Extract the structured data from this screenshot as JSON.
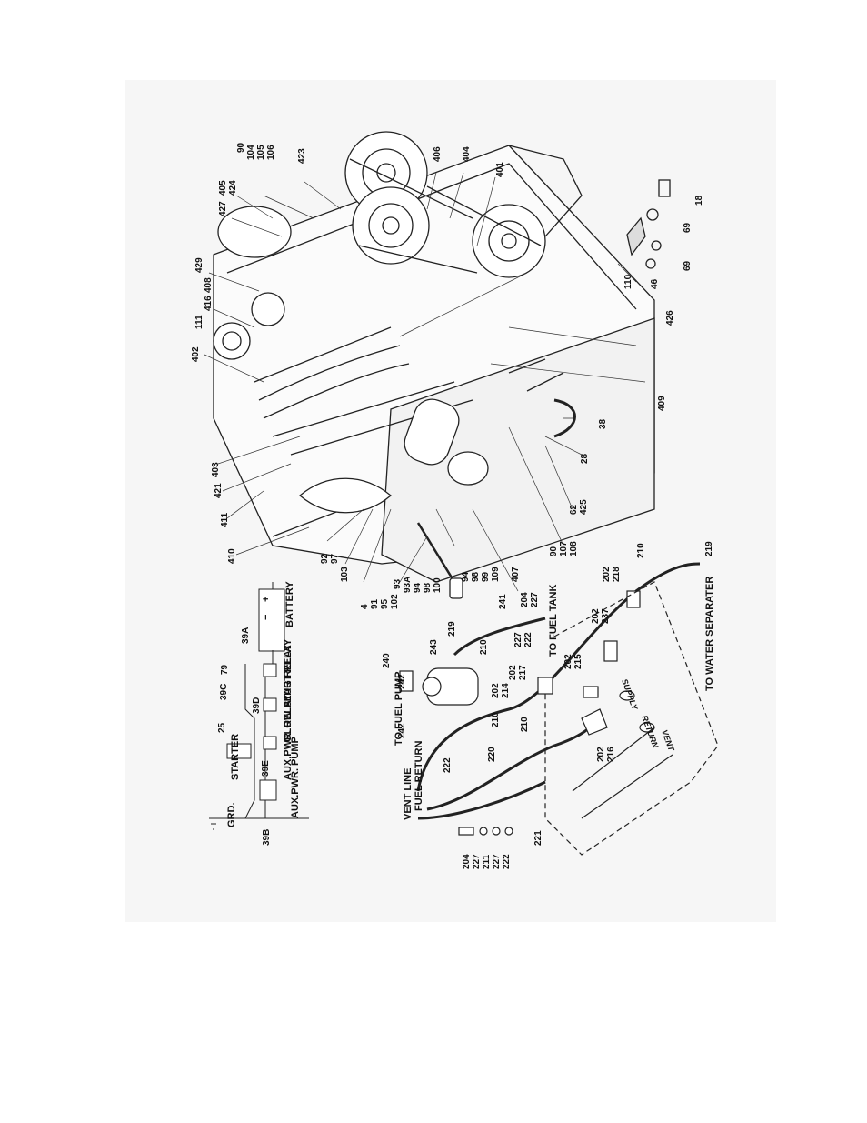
{
  "callouts": [
    "90",
    "104",
    "105",
    "106",
    "423",
    "406",
    "404",
    "401",
    "405",
    "424",
    "427",
    "429",
    "408",
    "416",
    "111",
    "402",
    "403",
    "421",
    "411",
    "410",
    "92",
    "97",
    "103",
    "4",
    "91",
    "95",
    "102",
    "93",
    "93A",
    "94",
    "98",
    "100",
    "94",
    "98",
    "99",
    "109",
    "407",
    "90",
    "107",
    "108",
    "62",
    "425",
    "28",
    "38",
    "409",
    "426",
    "110",
    "69",
    "46",
    "69",
    "18",
    "241",
    "204",
    "227",
    "219",
    "227",
    "222",
    "240",
    "242",
    "243",
    "210",
    "202",
    "217",
    "202",
    "214",
    "210",
    "202",
    "215",
    "202",
    "237",
    "202",
    "218",
    "210",
    "219",
    "220",
    "222",
    "242",
    "210",
    "202",
    "216",
    "204",
    "227",
    "211",
    "227",
    "222",
    "221",
    "39A",
    "79",
    "39C",
    "39D",
    "25",
    "39E",
    "39B"
  ],
  "electrical": {
    "battery": "BATTERY",
    "start_relay": "START RELAY",
    "glow_plug_relay": "GLOW PLUG RELAY",
    "aux_pwr_relay": "AUX.PWR. RELAY",
    "starter": "STARTER",
    "aux_pwr_pump": "AUX.PWR. PUMP",
    "ground": "GRD.",
    "plus": "+",
    "minus": "−"
  },
  "fuel": {
    "to_fuel_pump": "TO FUEL PUMP",
    "to_fuel_tank": "TO FUEL TANK",
    "fuel_return": "FUEL RETURN",
    "vent_line": "VENT LINE",
    "to_water_separater": "TO WATER SEPARATER",
    "supply": "SUPPLY",
    "return": "RETURN",
    "vent": "VENT"
  }
}
